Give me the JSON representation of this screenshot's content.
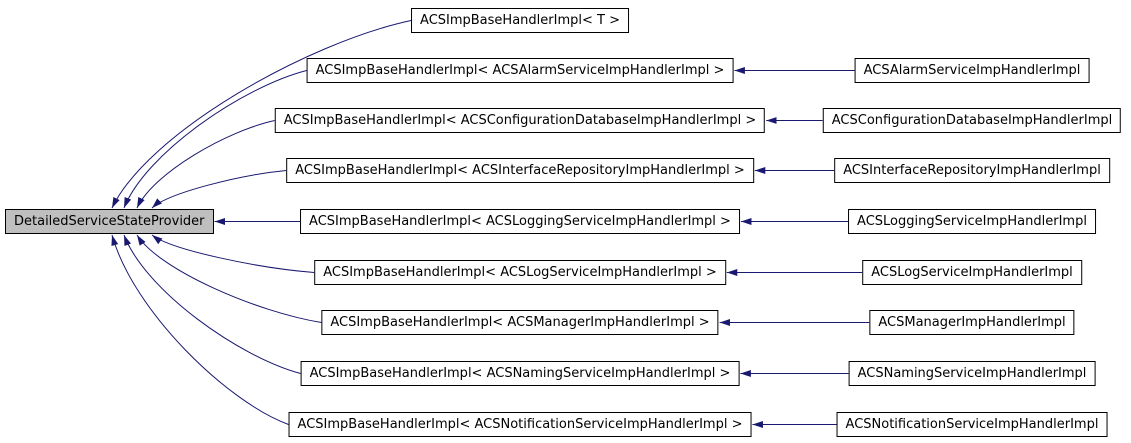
{
  "diagram": {
    "type": "doxygen-inheritance-graph",
    "base_node": {
      "label": "DetailedServiceStateProvider"
    },
    "colors": {
      "edge": "#191970",
      "node_border": "#000000",
      "node_fill": "#ffffff",
      "base_node_fill": "#bfbfbf",
      "background": "#ffffff",
      "text": "#000000"
    },
    "rows": [
      {
        "template": "ACSImpBaseHandlerImpl< T >",
        "impl": null
      },
      {
        "template": "ACSImpBaseHandlerImpl< ACSAlarmServiceImpHandlerImpl >",
        "impl": "ACSAlarmServiceImpHandlerImpl"
      },
      {
        "template": "ACSImpBaseHandlerImpl< ACSConfigurationDatabaseImpHandlerImpl >",
        "impl": "ACSConfigurationDatabaseImpHandlerImpl"
      },
      {
        "template": "ACSImpBaseHandlerImpl< ACSInterfaceRepositoryImpHandlerImpl >",
        "impl": "ACSInterfaceRepositoryImpHandlerImpl"
      },
      {
        "template": "ACSImpBaseHandlerImpl< ACSLoggingServiceImpHandlerImpl >",
        "impl": "ACSLoggingServiceImpHandlerImpl"
      },
      {
        "template": "ACSImpBaseHandlerImpl< ACSLogServiceImpHandlerImpl >",
        "impl": "ACSLogServiceImpHandlerImpl"
      },
      {
        "template": "ACSImpBaseHandlerImpl< ACSManagerImpHandlerImpl >",
        "impl": "ACSManagerImpHandlerImpl"
      },
      {
        "template": "ACSImpBaseHandlerImpl< ACSNamingServiceImpHandlerImpl >",
        "impl": "ACSNamingServiceImpHandlerImpl"
      },
      {
        "template": "ACSImpBaseHandlerImpl< ACSNotificationServiceImpHandlerImpl >",
        "impl": "ACSNotificationServiceImpHandlerImpl"
      }
    ]
  }
}
